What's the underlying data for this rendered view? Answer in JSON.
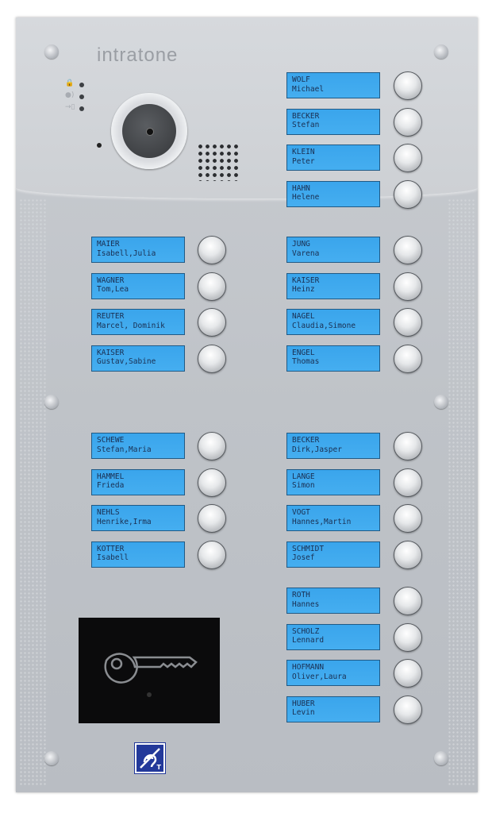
{
  "brand": {
    "logo": "intratone"
  },
  "colors": {
    "display": "#3aa5ec",
    "display_text": "#1a2f52",
    "panel": "#c4c7cc",
    "accessibility": "#23399a"
  },
  "indicators": [
    "lock-icon",
    "speaker-icon",
    "door-open-icon"
  ],
  "accessibility": {
    "label": "T"
  },
  "left_top": [
    {
      "name": "MAIER",
      "first": "Isabell,Julia"
    },
    {
      "name": "WAGNER",
      "first": "Tom,Lea"
    },
    {
      "name": "REUTER",
      "first": "Marcel, Dominik"
    },
    {
      "name": "KAISER",
      "first": "Gustav,Sabine"
    }
  ],
  "left_bottom": [
    {
      "name": "SCHEWE",
      "first": "Stefan,Maria"
    },
    {
      "name": "HAMMEL",
      "first": "Frieda"
    },
    {
      "name": "NEHLS",
      "first": "Henrike,Irma"
    },
    {
      "name": "KOTTER",
      "first": "Isabell"
    }
  ],
  "right_head": [
    {
      "name": "WOLF",
      "first": "Michael"
    },
    {
      "name": "BECKER",
      "first": "Stefan"
    },
    {
      "name": "KLEIN",
      "first": "Peter"
    },
    {
      "name": "HAHN",
      "first": "Helene"
    }
  ],
  "right_top": [
    {
      "name": "JUNG",
      "first": "Varena"
    },
    {
      "name": "KAISER",
      "first": "Heinz"
    },
    {
      "name": "NAGEL",
      "first": "Claudia,Simone"
    },
    {
      "name": "ENGEL",
      "first": "Thomas"
    }
  ],
  "right_mid": [
    {
      "name": "BECKER",
      "first": "Dirk,Jasper"
    },
    {
      "name": "LANGE",
      "first": "Simon"
    },
    {
      "name": "VOGT",
      "first": "Hannes,Martin"
    },
    {
      "name": "SCHMIDT",
      "first": "Josef"
    }
  ],
  "right_bottom": [
    {
      "name": "ROTH",
      "first": "Hannes"
    },
    {
      "name": "SCHOLZ",
      "first": "Lennard"
    },
    {
      "name": "HOFMANN",
      "first": "Oliver,Laura"
    },
    {
      "name": "HUBER",
      "first": "Levin"
    }
  ]
}
